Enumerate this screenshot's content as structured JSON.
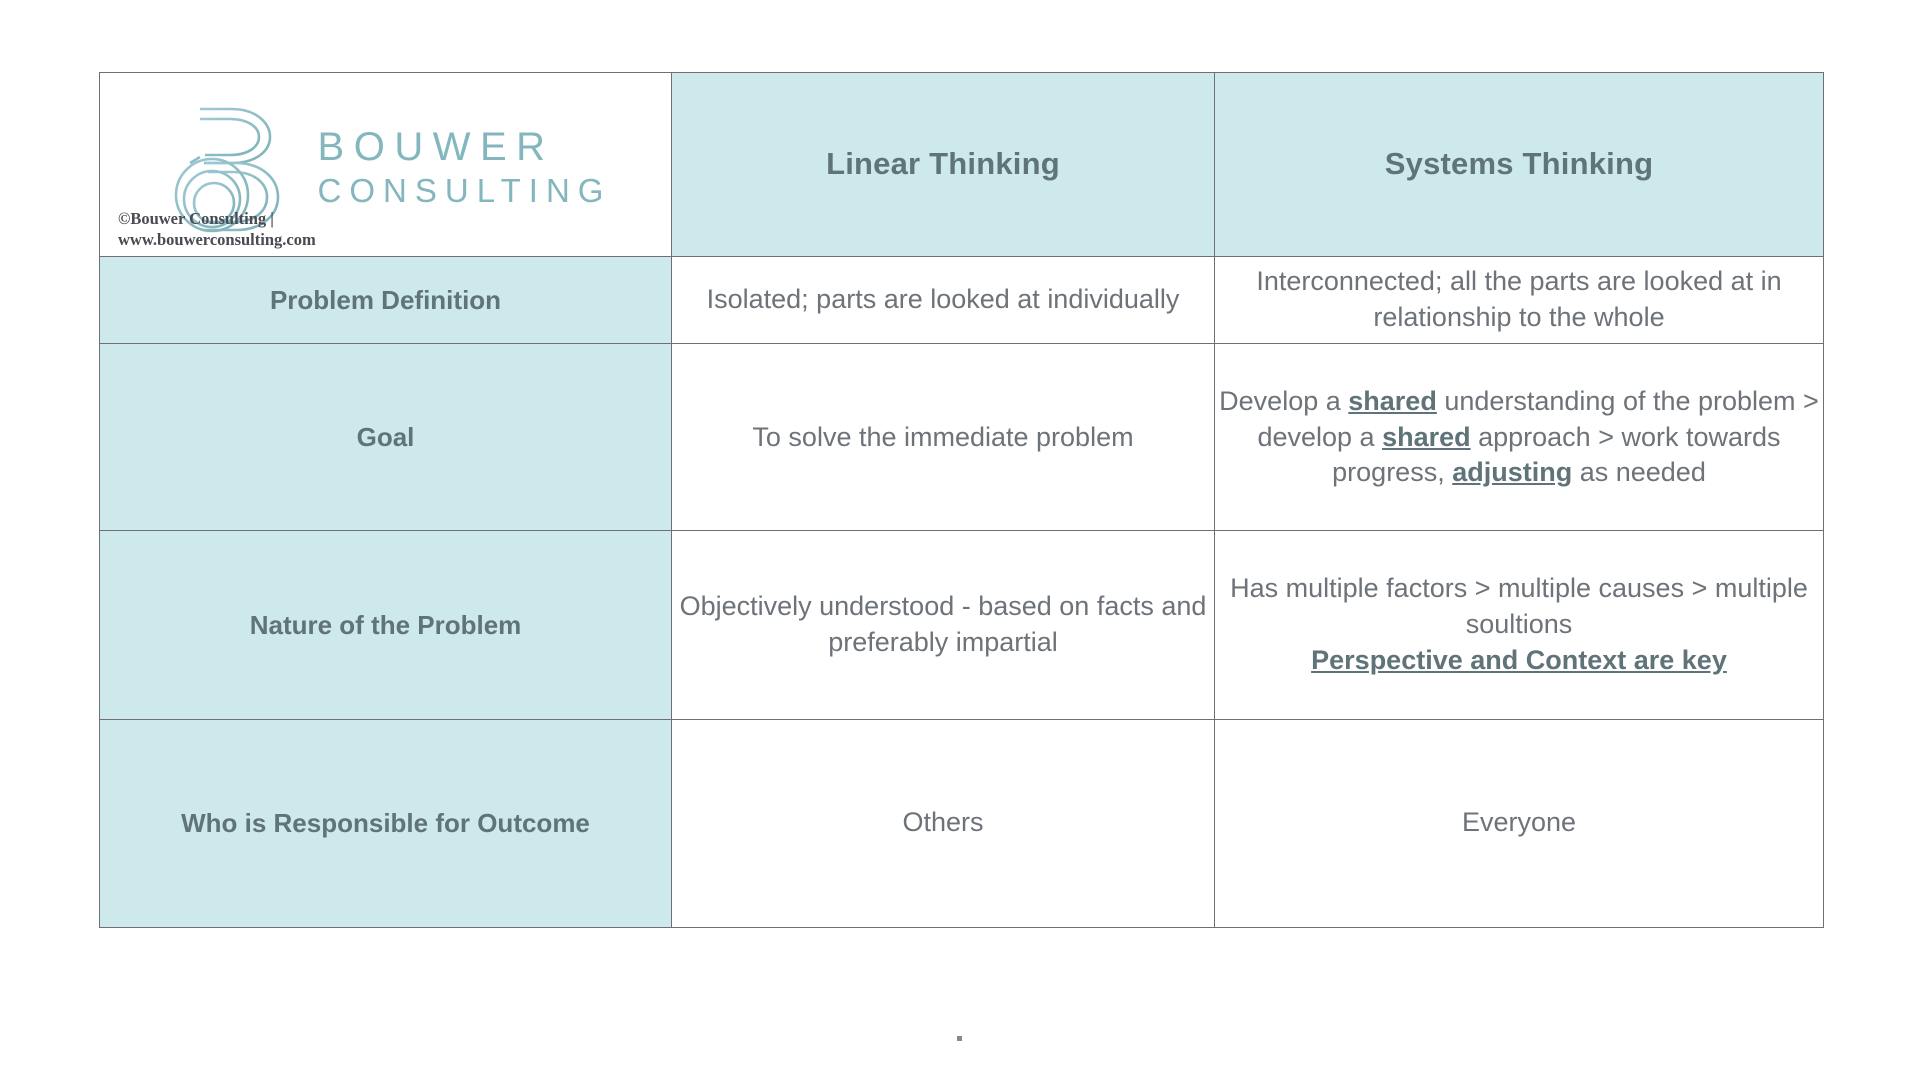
{
  "brand": {
    "logo_icon": "bouwer-b-monogram",
    "name_line1": "BOUWER",
    "name_line2": "CONSULTING",
    "copyright": "©Bouwer Consulting |\nwww.bouwerconsulting.com",
    "logo_color": "#84b6bd"
  },
  "colors": {
    "header_fill": "#cde9ec",
    "label_fill": "#cde9ec",
    "body_fill": "#ffffff",
    "border": "#6f6f74",
    "heading_text": "#5f7379",
    "body_text": "#6d7378"
  },
  "table": {
    "columns": [
      {
        "key": "label",
        "label": ""
      },
      {
        "key": "linear",
        "label": "Linear Thinking"
      },
      {
        "key": "systems",
        "label": "Systems Thinking"
      }
    ],
    "rows": [
      {
        "label": "Problem Definition",
        "linear": "Isolated; parts are looked at individually",
        "systems": "Interconnected; all the parts are looked at in relationship to the whole"
      },
      {
        "label": "Goal",
        "linear": "To solve the immediate problem",
        "systems_parts": [
          {
            "text": "Develop a ",
            "emphasis": false
          },
          {
            "text": "shared",
            "emphasis": true
          },
          {
            "text": " understanding of the problem > develop a ",
            "emphasis": false
          },
          {
            "text": "shared",
            "emphasis": true
          },
          {
            "text": " approach > work towards progress, ",
            "emphasis": false
          },
          {
            "text": "adjusting",
            "emphasis": true
          },
          {
            "text": " as needed",
            "emphasis": false
          }
        ]
      },
      {
        "label": "Nature of the Problem",
        "linear": "Objectively understood - based on facts and preferably impartial",
        "systems": "Has multiple factors > multiple causes > multiple soultions",
        "systems_key_line": "Perspective and Context are key"
      },
      {
        "label": "Who is Responsible for Outcome",
        "linear": "Others",
        "systems": "Everyone"
      }
    ]
  },
  "footer": {
    "page_mark": "."
  }
}
